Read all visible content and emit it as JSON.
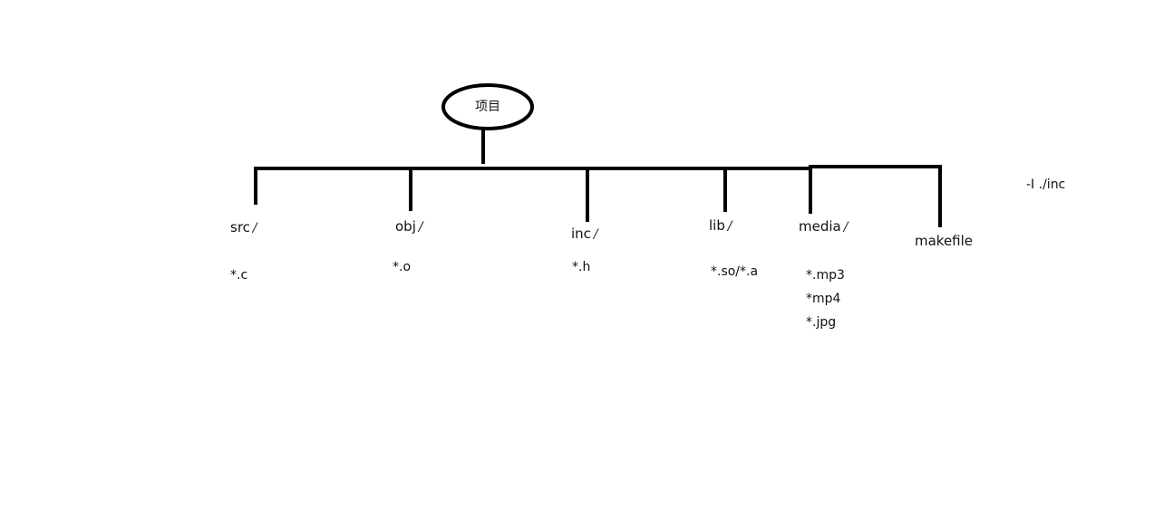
{
  "root": {
    "label": "项目"
  },
  "children": [
    {
      "id": "src",
      "name": "src",
      "slash": "/",
      "contents": [
        "*.c"
      ]
    },
    {
      "id": "obj",
      "name": "obj",
      "slash": "/",
      "contents": [
        "*.o"
      ]
    },
    {
      "id": "inc",
      "name": "inc",
      "slash": "/",
      "contents": [
        "*.h"
      ]
    },
    {
      "id": "lib",
      "name": "lib",
      "slash": "/",
      "contents": [
        "*.so/*.a"
      ]
    },
    {
      "id": "media",
      "name": "media",
      "slash": "/",
      "contents": [
        "*.mp3",
        "*mp4",
        "*.jpg"
      ]
    },
    {
      "id": "makefile",
      "name": "makefile",
      "slash": "",
      "contents": []
    }
  ],
  "note": "-I ./inc",
  "colors": {
    "line": "#000000",
    "text": "#111111",
    "background": "#ffffff"
  }
}
